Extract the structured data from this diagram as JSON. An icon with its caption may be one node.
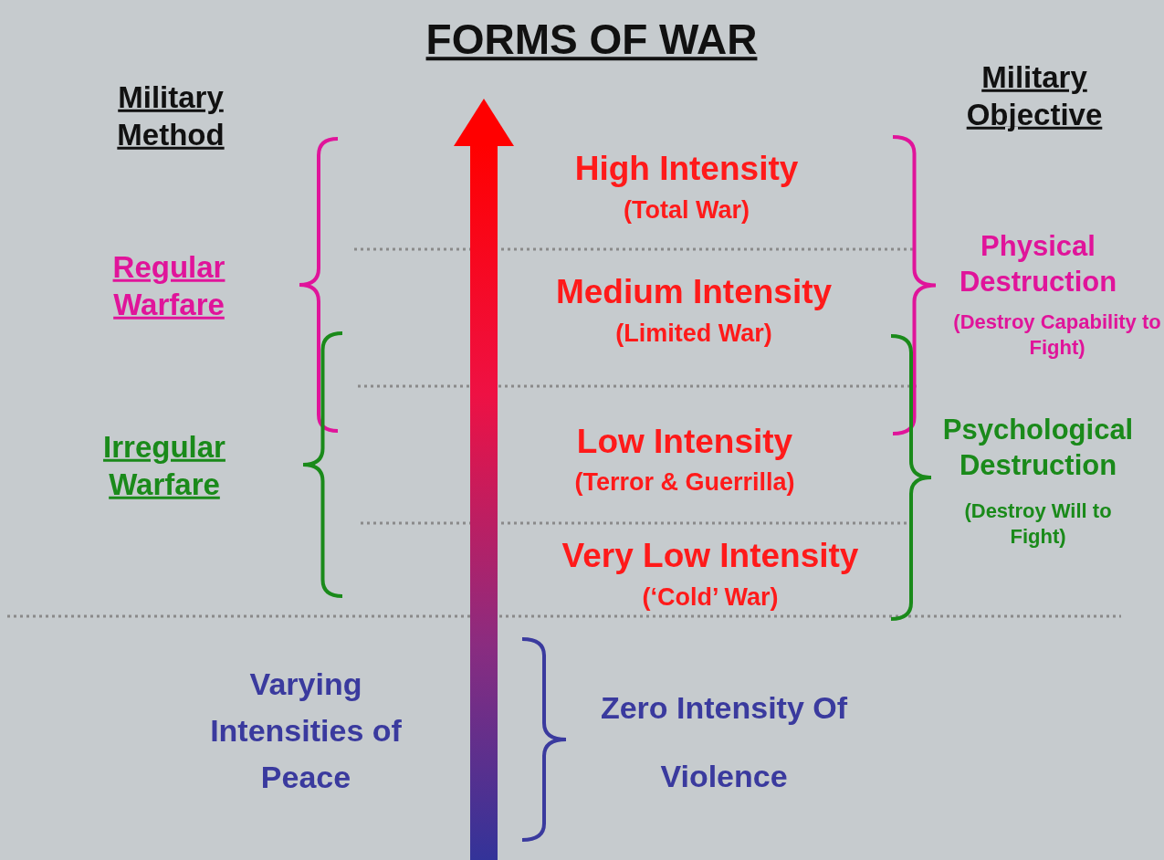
{
  "diagram": {
    "title": "FORMS OF WAR",
    "labels": [
      "Military Method",
      "Military Objective",
      "High Intensity",
      "(Total War)",
      "Regular Warfare",
      "Physical Destruction",
      "Medium Intensity",
      "(Destroy Capability to Fight)",
      "(Limited War)",
      "Irregular Warfare",
      "Low Intensity",
      "Psychological Destruction",
      "(Terror & Guerrilla)",
      "(Destroy Will to Fight)",
      "Very Low Intensity",
      "(‘Cold’ War)",
      "Varying Intensities of Peace",
      "Zero Intensity Of Violence"
    ]
  }
}
